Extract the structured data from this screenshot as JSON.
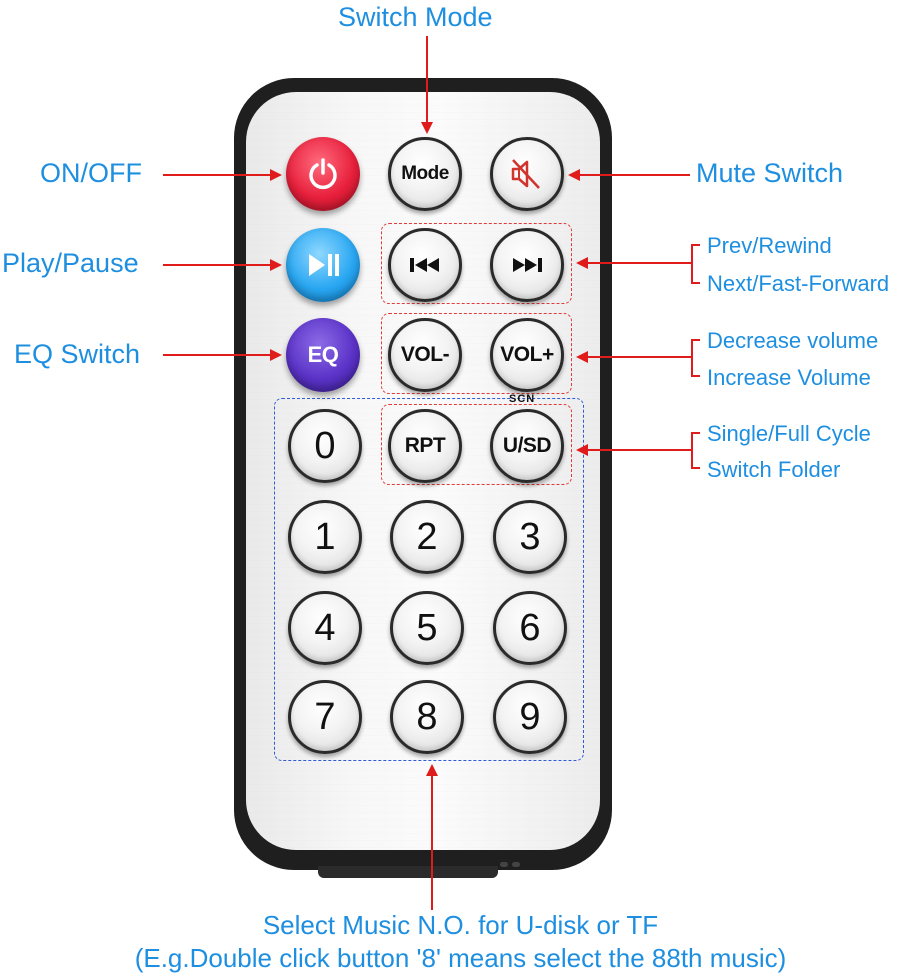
{
  "remote": {
    "top_row": [
      {
        "id": "power",
        "icon": "power-icon",
        "color": "#e8203c"
      },
      {
        "id": "mode",
        "label": "Mode"
      },
      {
        "id": "mute",
        "icon": "mute-icon"
      }
    ],
    "second_row": [
      {
        "id": "play-pause",
        "icon": "play-pause-icon",
        "color": "#2aa7f2"
      },
      {
        "id": "prev",
        "icon": "prev-icon"
      },
      {
        "id": "next",
        "icon": "next-icon"
      }
    ],
    "third_row": [
      {
        "id": "eq",
        "label": "EQ",
        "color": "#5b33c8"
      },
      {
        "id": "vol-minus",
        "label": "VOL-"
      },
      {
        "id": "vol-plus",
        "label": "VOL+"
      }
    ],
    "fourth_row": [
      {
        "id": "zero",
        "label": "0"
      },
      {
        "id": "rpt",
        "label": "RPT"
      },
      {
        "id": "usd",
        "label": "U/SD"
      }
    ],
    "scn_label": "SCN",
    "digits": [
      "1",
      "2",
      "3",
      "4",
      "5",
      "6",
      "7",
      "8",
      "9"
    ]
  },
  "callouts": {
    "switch_mode": "Switch Mode",
    "on_off": "ON/OFF",
    "mute_switch": "Mute Switch",
    "play_pause": "Play/Pause",
    "eq_switch": "EQ Switch",
    "prev_rewind": "Prev/Rewind",
    "next_forward": "Next/Fast-Forward",
    "decrease_volume": "Decrease volume",
    "increase_volume": "Increase Volume",
    "single_full_cycle": "Single/Full Cycle",
    "switch_folder": "Switch Folder",
    "select_music_line1": "Select Music N.O. for U-disk or TF",
    "select_music_line2": "(E.g.Double click button '8' means select the 88th music)"
  },
  "colors": {
    "label_blue": "#1e8fe0",
    "arrow_red": "#e01b1b",
    "dash_red": "#e03a3a",
    "dash_blue": "#2f5bd8"
  }
}
